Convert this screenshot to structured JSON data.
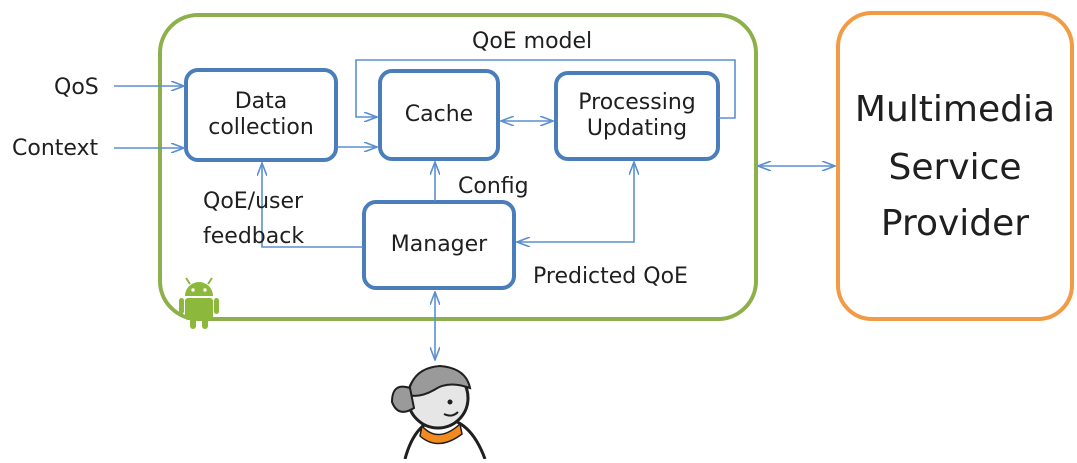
{
  "inputs": {
    "qos": "QoS",
    "context": "Context"
  },
  "boxes": {
    "data_collection": [
      "Data",
      "collection"
    ],
    "cache": "Cache",
    "processing": [
      "Processing",
      "Updating"
    ],
    "manager": "Manager"
  },
  "labels": {
    "qoe_model": "QoE model",
    "config": "Config",
    "feedback": [
      "QoE/user",
      "feedback"
    ],
    "predicted_qoe": "Predicted QoE"
  },
  "provider": [
    "Multimedia",
    "Service",
    "Provider"
  ],
  "colors": {
    "device_border": "#8db04a",
    "component_border": "#4a7ebb",
    "arrow": "#5b8fd0",
    "provider_border": "#f29b45",
    "android_green": "#8cb83c",
    "user_orange": "#f28a1e"
  },
  "icons": {
    "platform": "android-icon",
    "user": "user-avatar-icon"
  }
}
